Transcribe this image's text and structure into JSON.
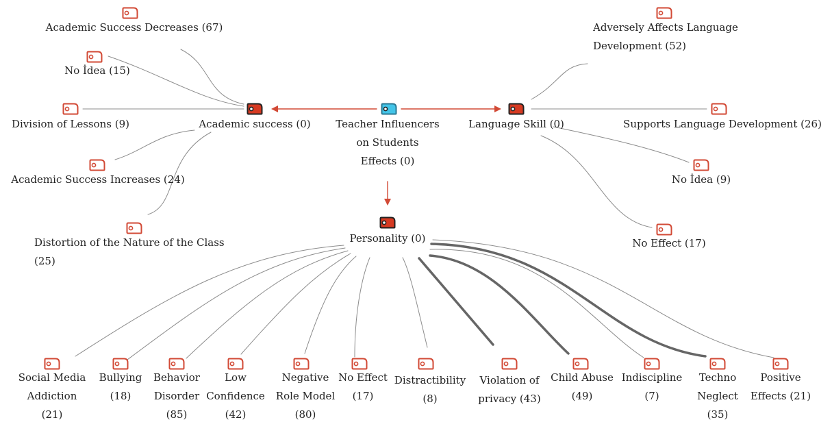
{
  "colors": {
    "code_stroke": "#d24a36",
    "parent_fill": "#d63a22",
    "root_fill": "#42c4e8",
    "root_stroke": "#2a7a95",
    "arrow": "#d24a36",
    "line": "#8c8c8c",
    "thick_line": "#666666"
  },
  "icons": {
    "code": "code-tag-icon",
    "root": "root-code-icon",
    "parent": "parent-code-icon"
  },
  "root": {
    "lines": [
      "Teacher Influencers",
      "on Students",
      "Effects (0)"
    ]
  },
  "academic": {
    "title": "Academic success (0)",
    "codes": [
      {
        "lines": [
          "Academic Success Decreases (67)"
        ]
      },
      {
        "lines": [
          "No İdea (15)"
        ]
      },
      {
        "lines": [
          "Division of Lessons (9)"
        ]
      },
      {
        "lines": [
          "Academic Success Increases (24)"
        ]
      },
      {
        "lines": [
          "Distortion of the Nature of the Class",
          "(25)"
        ]
      }
    ]
  },
  "language": {
    "title": "Language Skill (0)",
    "codes": [
      {
        "lines": [
          "Adversely Affects Language",
          "Development (52)"
        ]
      },
      {
        "lines": [
          "Supports Language Development (26)"
        ]
      },
      {
        "lines": [
          "No İdea (9)"
        ]
      },
      {
        "lines": [
          "No Effect (17)"
        ]
      }
    ]
  },
  "personality": {
    "title": "Personality (0)",
    "codes": [
      {
        "lines": [
          "Social Media",
          "Addiction",
          "(21)"
        ]
      },
      {
        "lines": [
          "Bullying",
          "(18)"
        ]
      },
      {
        "lines": [
          "Behavior",
          "Disorder",
          "(85)"
        ]
      },
      {
        "lines": [
          "Low",
          "Confidence",
          "(42)"
        ]
      },
      {
        "lines": [
          "Negative",
          "Role Model",
          "(80)"
        ]
      },
      {
        "lines": [
          "No Effect",
          "(17)"
        ]
      },
      {
        "lines": [
          "Distractibility",
          "(8)"
        ]
      },
      {
        "lines": [
          "Violation of",
          "privacy (43)"
        ]
      },
      {
        "lines": [
          "Child Abuse",
          "(49)"
        ]
      },
      {
        "lines": [
          "Indiscipline",
          "(7)"
        ]
      },
      {
        "lines": [
          "Techno",
          "Neglect",
          "(35)"
        ]
      },
      {
        "lines": [
          "Positive",
          "Effects (21)"
        ]
      }
    ]
  }
}
